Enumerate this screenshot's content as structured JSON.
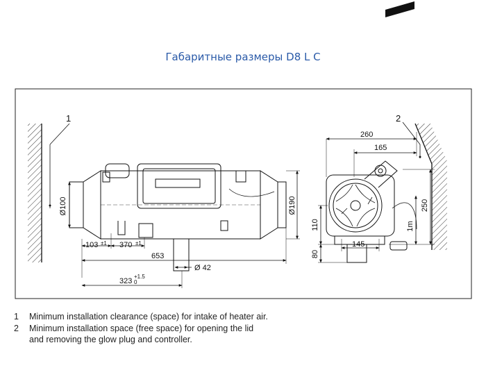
{
  "title": "Габаритные размеры D8 L C",
  "callouts": [
    "1",
    "2"
  ],
  "dimensions": {
    "inlet_diameter": "Ø100",
    "outlet_diameter": "Ø190",
    "offset_103": "103",
    "tol_103": "±1",
    "offset_370": "370",
    "tol_370": "±1",
    "total_length": "653",
    "exhaust_diameter": "Ø 42",
    "mount_offset": "323",
    "tol_323_upper": "+1.5",
    "tol_323_lower": "0",
    "width_260": "260",
    "width_165": "165",
    "width_145": "145",
    "height_250": "250",
    "height_110": "110",
    "height_80": "80",
    "length_1m": "1m"
  },
  "legend": [
    {
      "number": "1",
      "text": "Minimum installation clearance (space) for intake of heater air."
    },
    {
      "number": "2",
      "text": "Minimum installation space (free space) for opening the lid"
    },
    {
      "number": "",
      "text": "and removing the glow plug and controller."
    }
  ]
}
